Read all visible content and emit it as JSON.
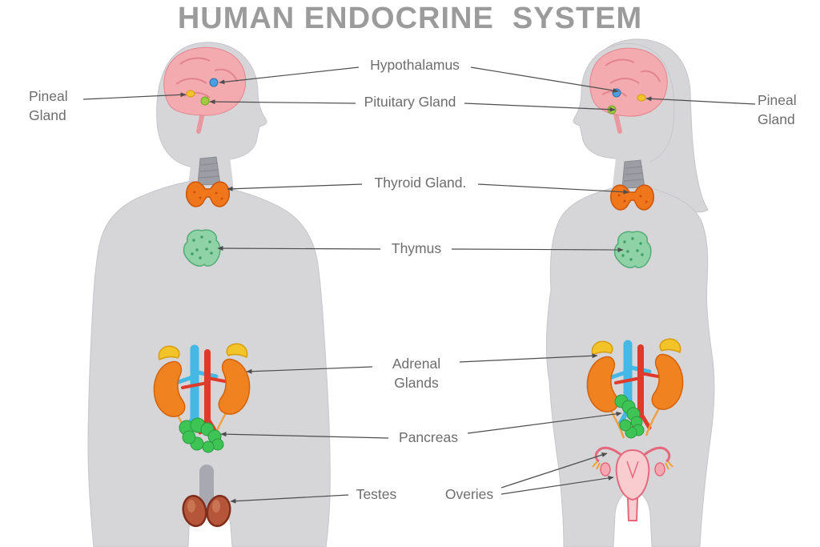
{
  "title": "HUMAN ENDOCRINE  SYSTEM",
  "labels": {
    "hypothalamus": "Hypothalamus",
    "pituitary_gland": "Pituitary Gland",
    "pineal_gland_left": "Pineal Gland",
    "pineal_gland_right": "Pineal Gland",
    "thyroid_gland": "Thyroid Gland.",
    "thymus": "Thymus",
    "adrenal_glands": "Adrenal Glands",
    "pancreas": "Pancreas",
    "testes": "Testes",
    "ovaries": "Overies"
  },
  "icons": {
    "left_figure": "male-body-silhouette",
    "right_figure": "female-body-silhouette",
    "organs": [
      "brain",
      "pineal-gland",
      "hypothalamus",
      "pituitary-gland",
      "thyroid-gland",
      "thymus",
      "adrenal-glands",
      "kidneys",
      "pancreas",
      "testes",
      "uterus-ovaries"
    ]
  },
  "colors": {
    "background": "#ffffff",
    "silhouette": "#d6d6d9",
    "silhouette_edge": "#c6c6ca",
    "title_text": "#9b9b9b",
    "label_text": "#6d6d6d",
    "line": "#4d4d4d",
    "brain": "#f4abb0",
    "brain_detail": "#e2848e",
    "hypothalamus": "#4a9fe0",
    "pituitary": "#9ccc3f",
    "pineal": "#f2c429",
    "trachea": "#9d9da5",
    "thyroid": "#f0761b",
    "thymus": "#8ed2a6",
    "thymus_dots": "#3f9e68",
    "kidney": "#f08220",
    "adrenal": "#f2c429",
    "vessel_blue": "#45b8e5",
    "vessel_red": "#e03a2a",
    "pancreas": "#3ec455",
    "testes": "#b5563a",
    "uterus_fill": "#f9ccd0",
    "uterus_line": "#e4697d",
    "fimbriae": "#f0a030"
  }
}
